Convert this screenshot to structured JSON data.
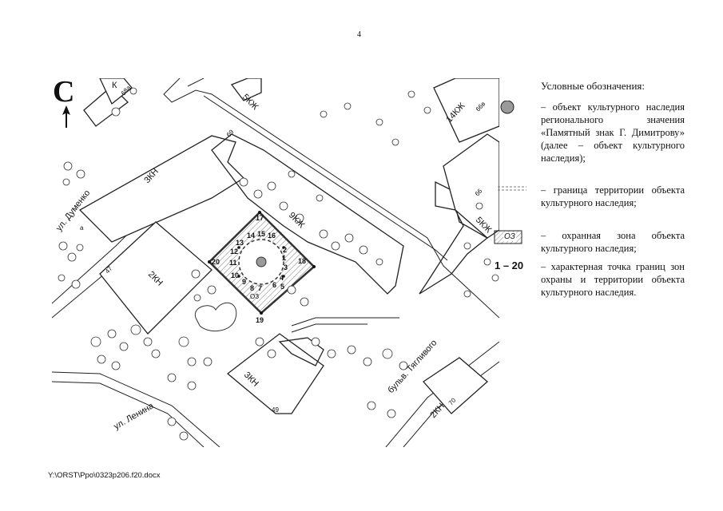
{
  "page_number": "4",
  "north": {
    "letter": "С"
  },
  "map_labels": {
    "street_dumenko": "ул. Думенко",
    "street_lenina": "ул. Ленина",
    "boulevard": "бульв. Тягливого",
    "b_5kzh": "5КЖ",
    "b_14kzh": "14КЖ",
    "b_66v": "66в",
    "b_3kn": "3КН",
    "b_69": "69",
    "b_9kzh": "9КЖ",
    "b_66": "66",
    "b_5kzh2": "5КЖ",
    "b_2kn": "2КН",
    "b_47": "47",
    "b_a": "а",
    "b_3kn2": "3КН",
    "b_49": "49",
    "b_2kn2": "2КН",
    "b_70": "70",
    "b_k": "К",
    "b_68a": "68а",
    "oz": "ОЗ"
  },
  "points": [
    "1",
    "2",
    "3",
    "4",
    "5",
    "6",
    "7",
    "8",
    "9",
    "10",
    "11",
    "12",
    "13",
    "14",
    "15",
    "16",
    "17",
    "18",
    "19",
    "20"
  ],
  "legend": {
    "title": "Условные обозначения:",
    "items": [
      {
        "icon": "heritage-object-circle",
        "text": "– объект культурного наследия регионального значения «Памятный знак Г. Димитрову» (далее – объект культурного наследия);"
      },
      {
        "icon": "territory-boundary-line",
        "text": "– граница территории объекта культурного наследия;"
      },
      {
        "icon": "protection-zone-hatch",
        "text": "– охранная зона объекта культурного наследия;",
        "symbol_label": "ОЗ"
      },
      {
        "icon": "boundary-point",
        "text": "– характерная точка границ зон охраны и территории объекта культурного наследия.",
        "symbol_label": "1 – 20"
      }
    ]
  },
  "colors": {
    "heritage_fill": "#9a9a9a",
    "ink": "#111111"
  },
  "footer": {
    "file_path": "Y:\\ORST\\Ppo\\0323p206.f20.docx"
  }
}
